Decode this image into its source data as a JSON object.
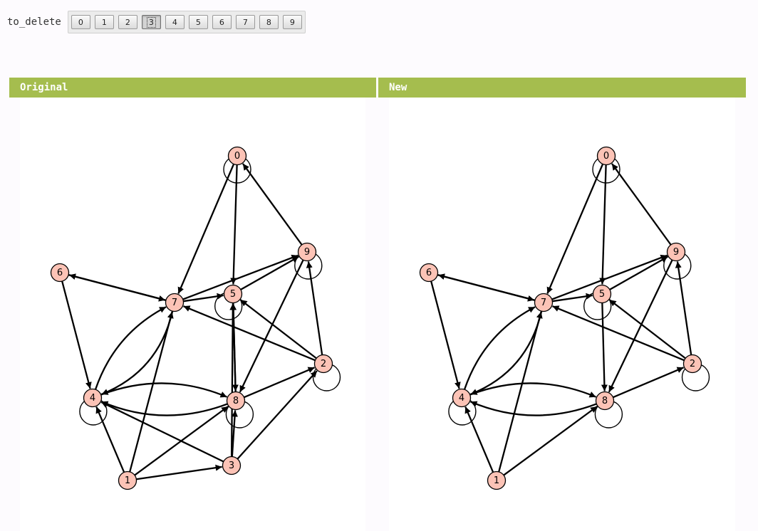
{
  "toolbar": {
    "label": "to_delete",
    "selected": "3",
    "buttons": [
      "0",
      "1",
      "2",
      "3",
      "4",
      "5",
      "6",
      "7",
      "8",
      "9"
    ]
  },
  "panels": {
    "original": {
      "title": "Original",
      "graph": {
        "vertices": [
          "0",
          "1",
          "2",
          "3",
          "4",
          "5",
          "6",
          "7",
          "8",
          "9"
        ],
        "edges": [
          [
            "0",
            "7",
            0
          ],
          [
            "0",
            "5",
            0
          ],
          [
            "9",
            "0",
            0
          ],
          [
            "6",
            "7",
            0
          ],
          [
            "7",
            "6",
            0
          ],
          [
            "6",
            "4",
            0
          ],
          [
            "7",
            "5",
            0
          ],
          [
            "7",
            "9",
            0
          ],
          [
            "5",
            "9",
            0
          ],
          [
            "2",
            "9",
            0
          ],
          [
            "2",
            "7",
            0
          ],
          [
            "2",
            "5",
            0
          ],
          [
            "9",
            "8",
            0
          ],
          [
            "5",
            "8",
            0
          ],
          [
            "8",
            "5",
            0
          ],
          [
            "7",
            "4",
            -0.26
          ],
          [
            "4",
            "7",
            -0.2
          ],
          [
            "4",
            "8",
            -0.2
          ],
          [
            "8",
            "4",
            -0.2
          ],
          [
            "8",
            "2",
            0
          ],
          [
            "1",
            "4",
            0
          ],
          [
            "1",
            "7",
            0
          ],
          [
            "1",
            "8",
            0
          ],
          [
            "1",
            "3",
            0
          ],
          [
            "3",
            "4",
            0
          ],
          [
            "3",
            "8",
            0
          ],
          [
            "3",
            "5",
            0
          ],
          [
            "3",
            "2",
            0
          ]
        ],
        "loops": [
          "0",
          "9",
          "5",
          "4",
          "8",
          "2"
        ]
      }
    },
    "new": {
      "title": "New",
      "graph": {
        "vertices": [
          "0",
          "1",
          "2",
          "4",
          "5",
          "6",
          "7",
          "8",
          "9"
        ],
        "edges": [
          [
            "0",
            "7",
            0
          ],
          [
            "0",
            "5",
            0
          ],
          [
            "9",
            "0",
            0
          ],
          [
            "6",
            "7",
            0
          ],
          [
            "7",
            "6",
            0
          ],
          [
            "6",
            "4",
            0
          ],
          [
            "7",
            "5",
            0
          ],
          [
            "7",
            "9",
            0
          ],
          [
            "5",
            "9",
            0
          ],
          [
            "2",
            "9",
            0
          ],
          [
            "2",
            "7",
            0
          ],
          [
            "2",
            "5",
            0
          ],
          [
            "9",
            "8",
            0
          ],
          [
            "5",
            "8",
            0
          ],
          [
            "7",
            "4",
            -0.26
          ],
          [
            "4",
            "7",
            -0.2
          ],
          [
            "4",
            "8",
            -0.2
          ],
          [
            "8",
            "4",
            -0.2
          ],
          [
            "8",
            "2",
            0
          ],
          [
            "1",
            "4",
            0
          ],
          [
            "1",
            "7",
            0
          ],
          [
            "1",
            "8",
            0
          ]
        ],
        "loops": [
          "0",
          "9",
          "5",
          "4",
          "8",
          "2"
        ]
      }
    }
  }
}
